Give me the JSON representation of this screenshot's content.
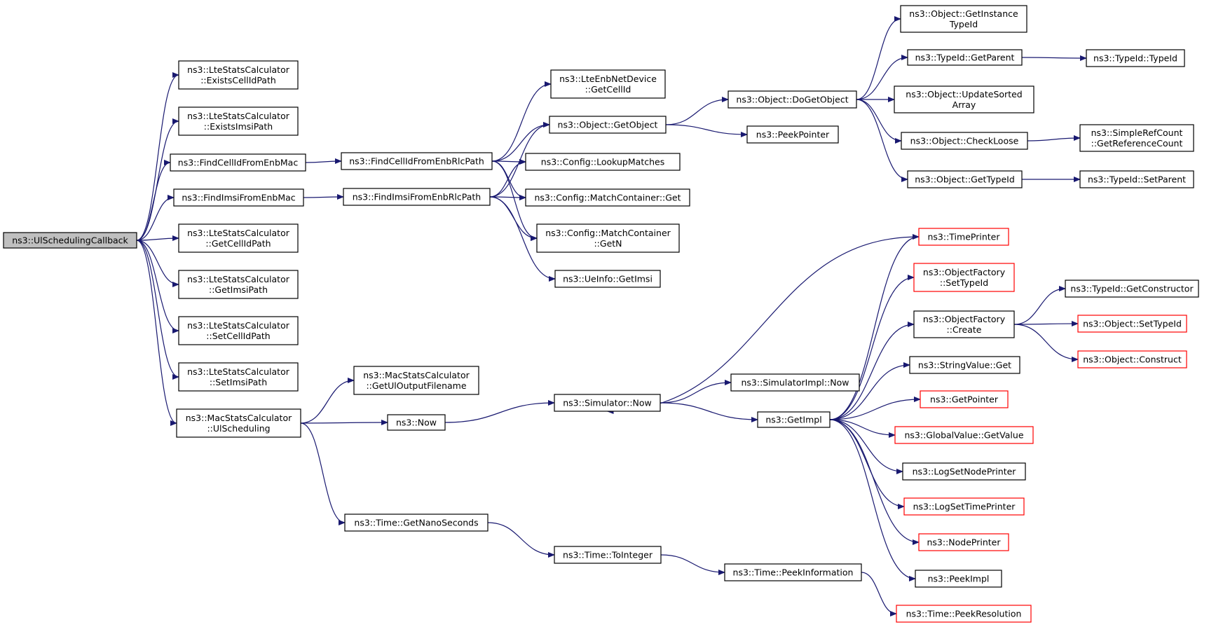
{
  "colors": {
    "edge": "#191970",
    "node_border": "#000000",
    "truncated_border": "#ff0000",
    "root_fill": "#bfbfbf",
    "node_fill": "#ffffff"
  },
  "nodes": [
    {
      "id": "root",
      "lines": [
        "ns3::UlSchedulingCallback"
      ],
      "style": "root"
    },
    {
      "id": "lsc_existscell",
      "lines": [
        "ns3::LteStatsCalculator",
        "::ExistsCellIdPath"
      ]
    },
    {
      "id": "lsc_existsimsi",
      "lines": [
        "ns3::LteStatsCalculator",
        "::ExistsImsiPath"
      ]
    },
    {
      "id": "findcell_mac",
      "lines": [
        "ns3::FindCellIdFromEnbMac"
      ]
    },
    {
      "id": "findimsi_mac",
      "lines": [
        "ns3::FindImsiFromEnbMac"
      ]
    },
    {
      "id": "lsc_getcell",
      "lines": [
        "ns3::LteStatsCalculator",
        "::GetCellIdPath"
      ]
    },
    {
      "id": "lsc_getimsi",
      "lines": [
        "ns3::LteStatsCalculator",
        "::GetImsiPath"
      ]
    },
    {
      "id": "lsc_setcell",
      "lines": [
        "ns3::LteStatsCalculator",
        "::SetCellIdPath"
      ]
    },
    {
      "id": "lsc_setimsi",
      "lines": [
        "ns3::LteStatsCalculator",
        "::SetImsiPath"
      ]
    },
    {
      "id": "mac_ulsched",
      "lines": [
        "ns3::MacStatsCalculator",
        "::UlScheduling"
      ]
    },
    {
      "id": "findcell_rlc",
      "lines": [
        "ns3::FindCellIdFromEnbRlcPath"
      ]
    },
    {
      "id": "findimsi_rlc",
      "lines": [
        "ns3::FindImsiFromEnbRlcPath"
      ]
    },
    {
      "id": "mac_getfile",
      "lines": [
        "ns3::MacStatsCalculator",
        "::GetUlOutputFilename"
      ]
    },
    {
      "id": "now",
      "lines": [
        "ns3::Now"
      ]
    },
    {
      "id": "getnano",
      "lines": [
        "ns3::Time::GetNanoSeconds"
      ]
    },
    {
      "id": "enbdev_getcell",
      "lines": [
        "ns3::LteEnbNetDevice",
        "::GetCellId"
      ]
    },
    {
      "id": "getobject",
      "lines": [
        "ns3::Object::GetObject"
      ]
    },
    {
      "id": "lookup",
      "lines": [
        "ns3::Config::LookupMatches"
      ]
    },
    {
      "id": "mc_get",
      "lines": [
        "ns3::Config::MatchContainer::Get"
      ]
    },
    {
      "id": "mc_getn",
      "lines": [
        "ns3::Config::MatchContainer",
        "::GetN"
      ]
    },
    {
      "id": "ueinfo_getimsi",
      "lines": [
        "ns3::UeInfo::GetImsi"
      ]
    },
    {
      "id": "sim_now",
      "lines": [
        "ns3::Simulator::Now"
      ]
    },
    {
      "id": "time_toint",
      "lines": [
        "ns3::Time::ToInteger"
      ]
    },
    {
      "id": "dogetobject",
      "lines": [
        "ns3::Object::DoGetObject"
      ]
    },
    {
      "id": "peekpointer",
      "lines": [
        "ns3::PeekPointer"
      ]
    },
    {
      "id": "simimpl_now",
      "lines": [
        "ns3::SimulatorImpl::Now"
      ]
    },
    {
      "id": "getimpl",
      "lines": [
        "ns3::GetImpl"
      ]
    },
    {
      "id": "time_peekinfo",
      "lines": [
        "ns3::Time::PeekInformation"
      ]
    },
    {
      "id": "getinstance",
      "lines": [
        "ns3::Object::GetInstance",
        "TypeId"
      ]
    },
    {
      "id": "getparent",
      "lines": [
        "ns3::TypeId::GetParent"
      ]
    },
    {
      "id": "updatesorted",
      "lines": [
        "ns3::Object::UpdateSorted",
        "Array"
      ]
    },
    {
      "id": "checkloose",
      "lines": [
        "ns3::Object::CheckLoose"
      ]
    },
    {
      "id": "obj_gettypeid",
      "lines": [
        "ns3::Object::GetTypeId"
      ]
    },
    {
      "id": "timeprinter",
      "lines": [
        "ns3::TimePrinter"
      ],
      "style": "truncated"
    },
    {
      "id": "of_settypeid",
      "lines": [
        "ns3::ObjectFactory",
        "::SetTypeId"
      ],
      "style": "truncated"
    },
    {
      "id": "of_create",
      "lines": [
        "ns3::ObjectFactory",
        "::Create"
      ]
    },
    {
      "id": "stringvalue_get",
      "lines": [
        "ns3::StringValue::Get"
      ]
    },
    {
      "id": "getpointer",
      "lines": [
        "ns3::GetPointer"
      ],
      "style": "truncated"
    },
    {
      "id": "globalvalue",
      "lines": [
        "ns3::GlobalValue::GetValue"
      ],
      "style": "truncated"
    },
    {
      "id": "logsetnode",
      "lines": [
        "ns3::LogSetNodePrinter"
      ]
    },
    {
      "id": "logsettime",
      "lines": [
        "ns3::LogSetTimePrinter"
      ],
      "style": "truncated"
    },
    {
      "id": "nodeprinter",
      "lines": [
        "ns3::NodePrinter"
      ],
      "style": "truncated"
    },
    {
      "id": "peekimpl",
      "lines": [
        "ns3::PeekImpl"
      ]
    },
    {
      "id": "time_peekres",
      "lines": [
        "ns3::Time::PeekResolution"
      ],
      "style": "truncated"
    },
    {
      "id": "typeid_typeid",
      "lines": [
        "ns3::TypeId::TypeId"
      ]
    },
    {
      "id": "getrefcount",
      "lines": [
        "ns3::SimpleRefCount",
        "::GetReferenceCount"
      ]
    },
    {
      "id": "typeid_setparent",
      "lines": [
        "ns3::TypeId::SetParent"
      ]
    },
    {
      "id": "typeid_getctor",
      "lines": [
        "ns3::TypeId::GetConstructor"
      ]
    },
    {
      "id": "obj_settypeid",
      "lines": [
        "ns3::Object::SetTypeId"
      ],
      "style": "truncated"
    },
    {
      "id": "obj_construct",
      "lines": [
        "ns3::Object::Construct"
      ],
      "style": "truncated"
    }
  ]
}
